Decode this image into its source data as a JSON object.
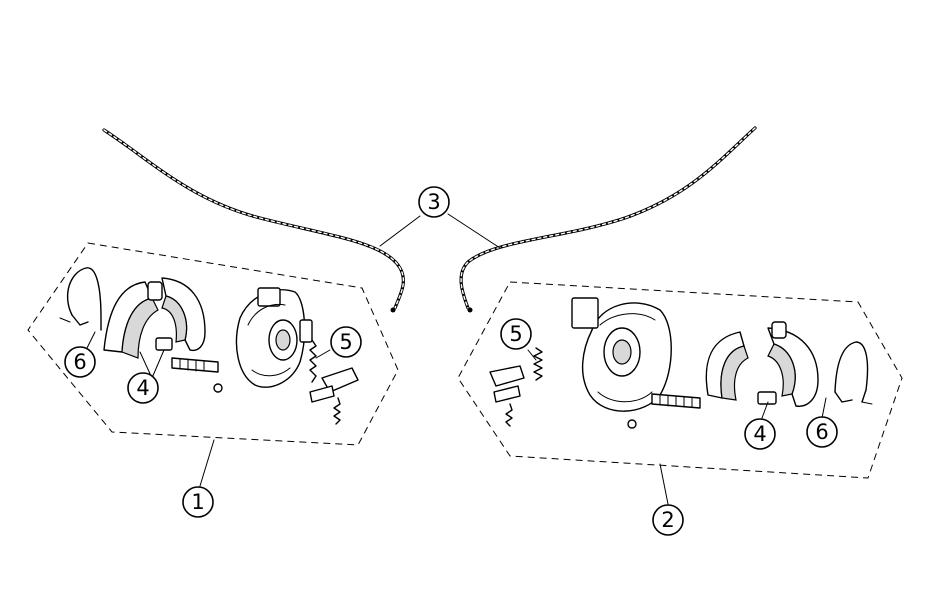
{
  "callouts": {
    "c1": "1",
    "c2": "2",
    "c3": "3",
    "c4_left": "4",
    "c4_right": "4",
    "c5_left": "5",
    "c5_right": "5",
    "c6_left": "6",
    "c6_right": "6"
  }
}
